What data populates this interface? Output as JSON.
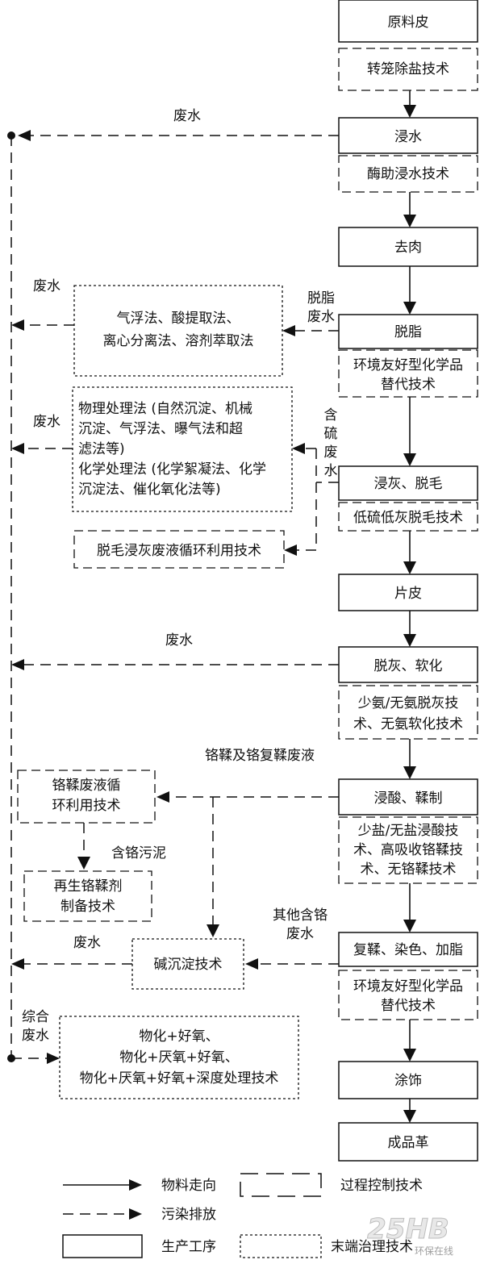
{
  "process": {
    "raw_hide": "原料皮",
    "soaking": "浸水",
    "fleshing": "去肉",
    "degreasing": "脱脂",
    "liming": "浸灰、脱毛",
    "split": "片皮",
    "deliming": "脱灰、软化",
    "tanning": "浸酸、鞣制",
    "retanning": "复鞣、染色、加脂",
    "finishing": "涂饰",
    "leather": "成品革"
  },
  "process_control": {
    "salt_removal": "转笼除盐技术",
    "enzyme_soak": "酶助浸水技术",
    "green_chem_1": [
      "环境友好型化学品",
      "替代技术"
    ],
    "low_sulfide": "低硫低灰脱毛技术",
    "low_ammonia": [
      "少氨/无氨脱灰技",
      "术、无氨软化技术"
    ],
    "low_salt": [
      "少盐/无盐浸酸技",
      "术、高吸收铬鞣技",
      "术、无铬鞣技术"
    ],
    "green_chem_2": [
      "环境友好型化学品",
      "替代技术"
    ],
    "liming_recycle": "脱毛浸灰废液循环利用技术",
    "chrome_recycle": [
      "铬鞣废液循",
      "环利用技术"
    ],
    "chrome_regen": [
      "再生铬鞣剂",
      "制备技术"
    ]
  },
  "end_treatment": {
    "degrease_wastewater": [
      "气浮法、酸提取法、",
      "离心分离法、溶剂萃取法"
    ],
    "sulfide_wastewater": [
      "物理处理法 (自然沉淀、机械",
      "沉淀、气浮法、曝气法和超",
      "滤法等)",
      "化学处理法 (化学絮凝法、化学",
      "沉淀法、催化氧化法等)"
    ],
    "alkali_precip": "碱沉淀技术",
    "combined": [
      "物化+好氧、",
      "物化+厌氧+好氧、",
      "物化+厌氧+好氧+深度处理技术"
    ]
  },
  "flow_labels": {
    "wastewater": "废水",
    "degrease_waste": [
      "脱脂",
      "废水"
    ],
    "sulfide_waste": [
      "含",
      "硫",
      "废",
      "水"
    ],
    "chrome_waste": "铬鞣及铬复鞣废液",
    "chrome_sludge": "含铬污泥",
    "other_chrome": [
      "其他含铬",
      "废水"
    ],
    "combined_waste": [
      "综合",
      "废水"
    ]
  },
  "legend": {
    "material_flow": "物料走向",
    "pollution": "污染排放",
    "process_step": "生产工序",
    "process_control": "过程控制技术",
    "end_treatment": "末端治理技术"
  },
  "watermark": {
    "brand": "25HB",
    "sub": "环保在线"
  }
}
